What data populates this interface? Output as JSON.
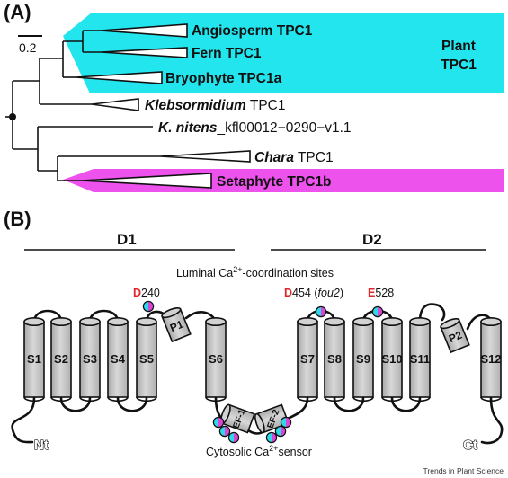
{
  "panel_a": {
    "label": "(A)",
    "scale_label": "0.2",
    "clades": {
      "angiosperm": "Angiosperm TPC1",
      "fern": "Fern TPC1",
      "bryophyte": "Bryophyte TPC1a",
      "klebsormidium_italic": "Klebsormidium",
      "klebsormidium_rest": " TPC1",
      "knitens_italic": "K. nitens",
      "knitens_rest": "_kfl00012−0290−v1.1",
      "chara_italic": "Chara",
      "chara_rest": " TPC1",
      "setaphyte": "Setaphyte TPC1b"
    },
    "group_label_line1": "Plant",
    "group_label_line2": "TPC1",
    "colors": {
      "plant_group": "#22e5ee",
      "setaphyte": "#ee52ec"
    }
  },
  "panel_b": {
    "label": "(B)",
    "domain1": "D1",
    "domain2": "D2",
    "luminal_caption_pre": "Luminal Ca",
    "luminal_caption_sup": "2+",
    "luminal_caption_post": "-coordination sites",
    "site1_letter": "D",
    "site1_number": "240",
    "site2_letter": "D",
    "site2_number": "454 (",
    "site2_italic": "fou2",
    "site2_close": ")",
    "site3_letter": "E",
    "site3_number": "528",
    "segments": [
      "S1",
      "S2",
      "S3",
      "S4",
      "S5",
      "S6",
      "S7",
      "S8",
      "S9",
      "S10",
      "S11",
      "S12"
    ],
    "p1": "P1",
    "p2": "P2",
    "ef1": "EF-1",
    "ef2": "EF-2",
    "nterm": "Nt",
    "cterm": "Ct",
    "cytosolic_pre": "Cytosolic Ca",
    "cytosolic_sup": "2+",
    "cytosolic_post": "sensor",
    "colors": {
      "helix": "#c9c9c9",
      "ion_cyan": "#2fd8e8",
      "ion_magenta": "#d946d6",
      "residue_red": "#e0262a"
    }
  },
  "footer": "Trends in Plant Science"
}
